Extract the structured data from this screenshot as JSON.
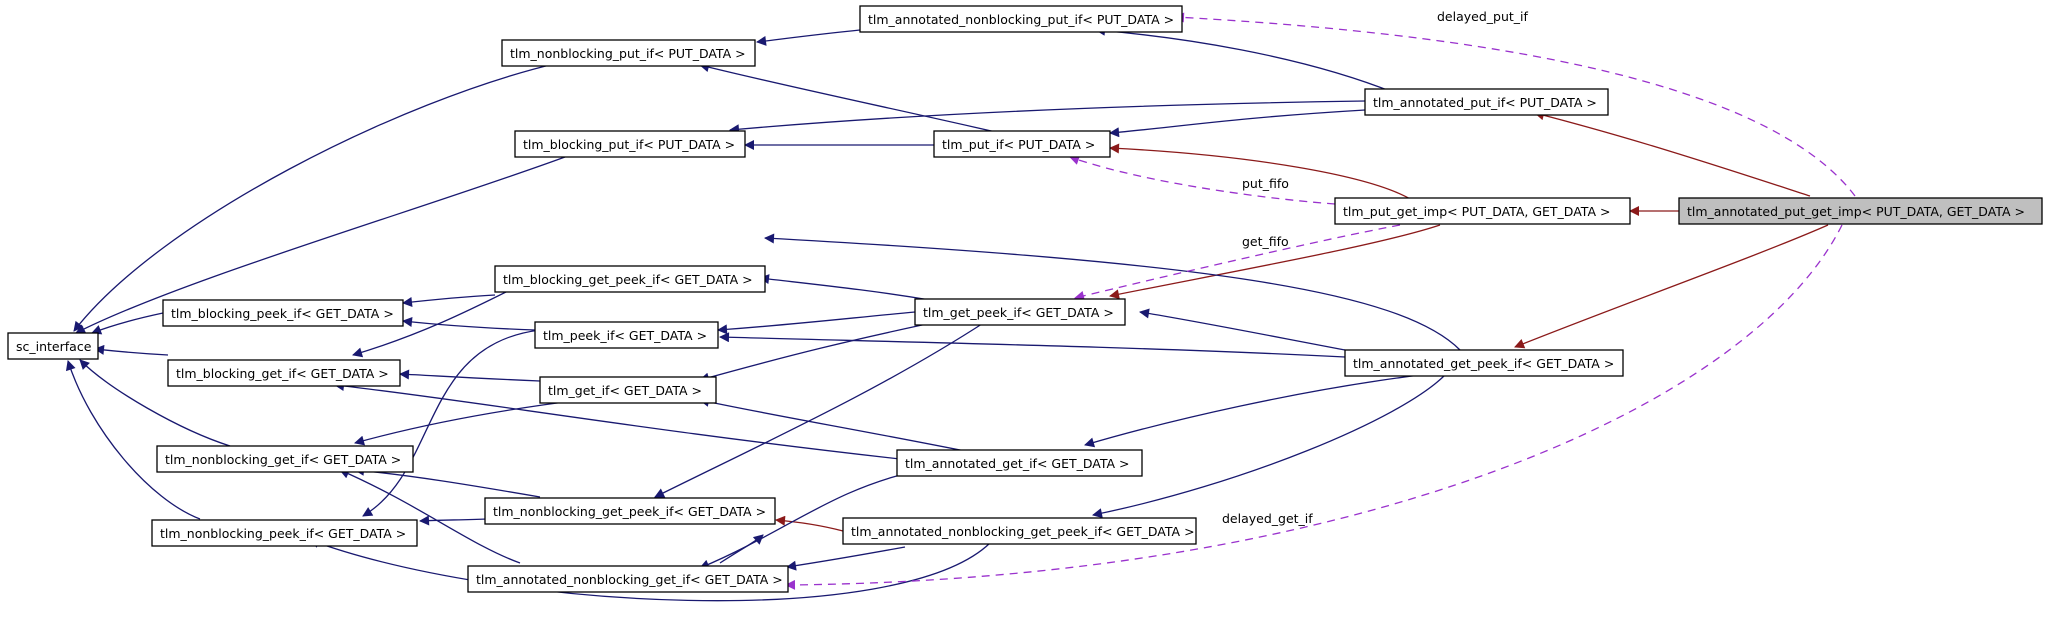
{
  "nodes": {
    "sc_interface": "sc_interface",
    "tlm_nonblocking_put_if": "tlm_nonblocking_put_if< PUT_DATA >",
    "tlm_annotated_nonblocking_put_if": "tlm_annotated_nonblocking_put_if< PUT_DATA >",
    "tlm_blocking_put_if": "tlm_blocking_put_if< PUT_DATA >",
    "tlm_put_if": "tlm_put_if< PUT_DATA >",
    "tlm_annotated_put_if": "tlm_annotated_put_if< PUT_DATA >",
    "tlm_put_get_imp": "tlm_put_get_imp< PUT_DATA, GET_DATA >",
    "tlm_annotated_put_get_imp": "tlm_annotated_put_get_imp< PUT_DATA, GET_DATA >",
    "tlm_blocking_get_peek_if": "tlm_blocking_get_peek_if< GET_DATA >",
    "tlm_blocking_peek_if": "tlm_blocking_peek_if< GET_DATA >",
    "tlm_get_peek_if": "tlm_get_peek_if< GET_DATA >",
    "tlm_peek_if": "tlm_peek_if< GET_DATA >",
    "tlm_blocking_get_if": "tlm_blocking_get_if< GET_DATA >",
    "tlm_annotated_get_peek_if": "tlm_annotated_get_peek_if< GET_DATA >",
    "tlm_get_if": "tlm_get_if< GET_DATA >",
    "tlm_nonblocking_get_if": "tlm_nonblocking_get_if< GET_DATA >",
    "tlm_annotated_get_if": "tlm_annotated_get_if< GET_DATA >",
    "tlm_nonblocking_get_peek_if": "tlm_nonblocking_get_peek_if< GET_DATA >",
    "tlm_nonblocking_peek_if": "tlm_nonblocking_peek_if< GET_DATA >",
    "tlm_annotated_nonblocking_get_peek_if": "tlm_annotated_nonblocking_get_peek_if< GET_DATA >",
    "tlm_annotated_nonblocking_get_if": "tlm_annotated_nonblocking_get_if< GET_DATA >"
  },
  "edge_labels": {
    "delayed_put_if": "delayed_put_if",
    "put_fifo": "put_fifo",
    "get_fifo": "get_fifo",
    "delayed_get_if": "delayed_get_if"
  },
  "colors": {
    "inheritance": "#191970",
    "protected_inheritance": "#8b1a1a",
    "usage": "#9a32cd",
    "root_fill": "#bfbfbf"
  }
}
